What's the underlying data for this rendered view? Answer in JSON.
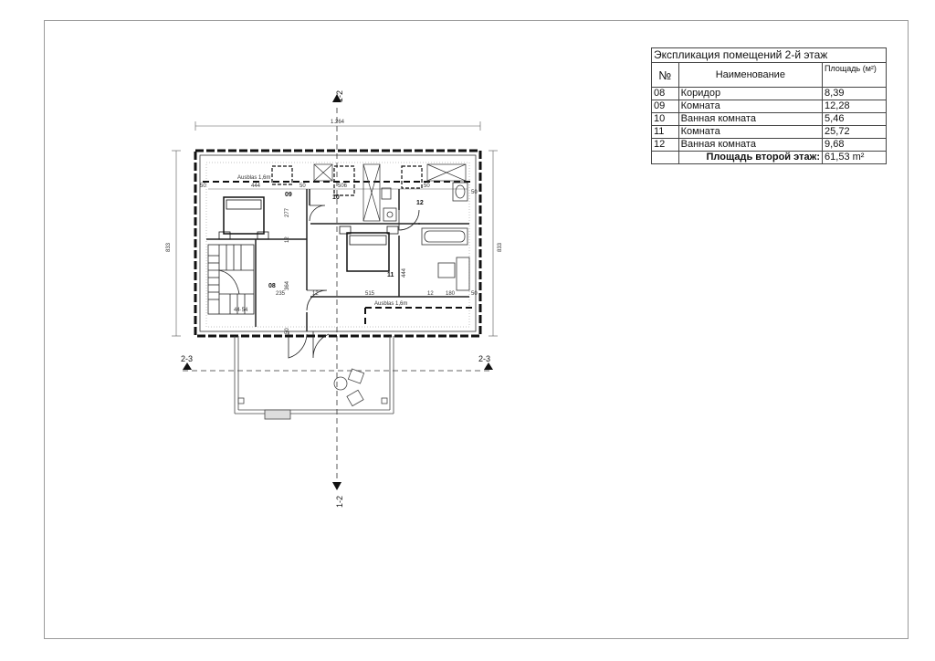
{
  "explication": {
    "title": "Экспликация помещений 2-й этаж",
    "headers": {
      "num": "№",
      "name": "Наименование",
      "area": "Площадь (м²)"
    },
    "rows": [
      {
        "num": "08",
        "name": "Коридор",
        "area": "8,39"
      },
      {
        "num": "09",
        "name": "Комната",
        "area": "12,28"
      },
      {
        "num": "10",
        "name": "Ванная комната",
        "area": "5,46"
      },
      {
        "num": "11",
        "name": "Комната",
        "area": "25,72"
      },
      {
        "num": "12",
        "name": "Ванная комната",
        "area": "9,68"
      }
    ],
    "total_label": "Площадь второй этаж:",
    "total_value": "61,53 m²"
  },
  "plan": {
    "axes": {
      "vertical_top": "1-2",
      "vertical_bottom": "1-2",
      "horizontal_left": "2-3",
      "horizontal_right": "2-3"
    },
    "overall_width": "1.264",
    "overall_height_left": "833",
    "overall_height_right": "833",
    "attic_label_top": "Ausblas 1,6m",
    "attic_label_bottom": "Ausblas 1,6m",
    "rooms": {
      "r08": "08",
      "r09": "09",
      "r10": "10",
      "r11": "11",
      "r12": "12"
    },
    "dims": {
      "d444a": "444",
      "d50a": "50",
      "d50b": "50",
      "d506": "506",
      "d50c": "50",
      "d277": "277",
      "d12a": "12",
      "d364": "364",
      "d235": "235",
      "d12b": "12",
      "d515": "515",
      "d444b": "444",
      "d12c": "12",
      "d180": "180",
      "d50d": "50",
      "d50e": "50",
      "d50f": "50",
      "stair_marks": "44·54"
    }
  }
}
